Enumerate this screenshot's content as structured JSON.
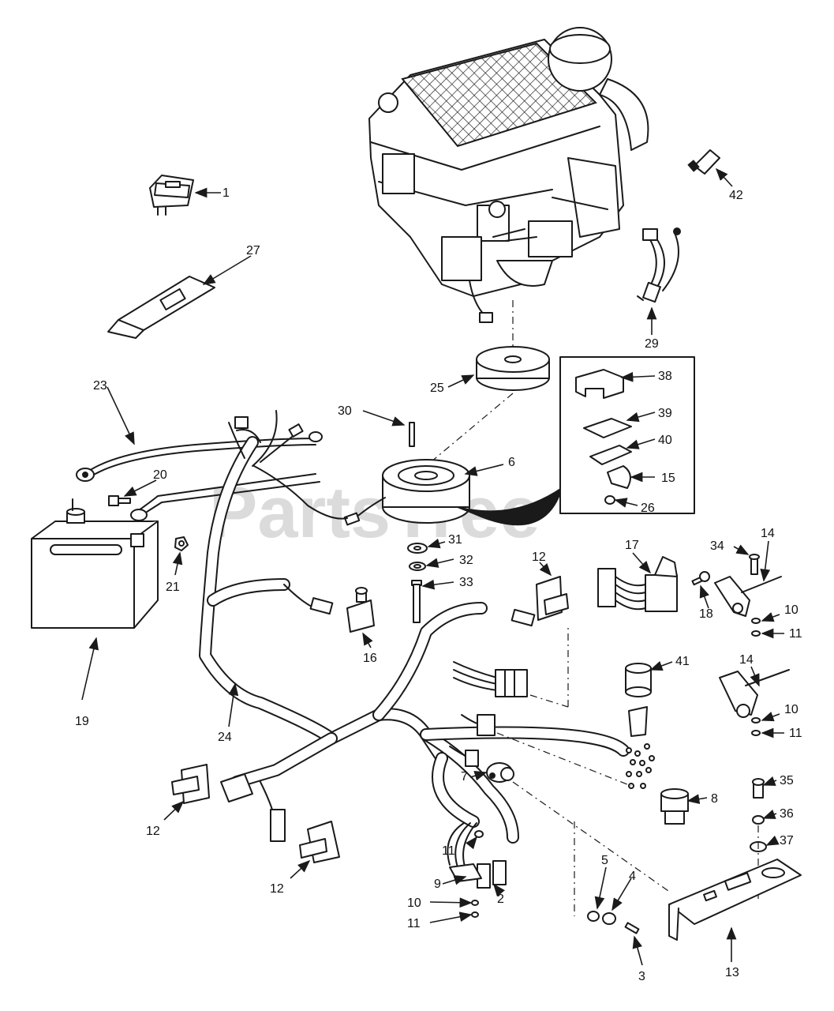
{
  "watermark": "PartsTree",
  "colors": {
    "line": "#1a1a1a",
    "background": "#ffffff",
    "watermark": "#cfcfcf"
  },
  "callouts": [
    "1",
    "2",
    "3",
    "4",
    "5",
    "6",
    "7",
    "8",
    "9",
    "10",
    "11",
    "12",
    "13",
    "14",
    "15",
    "16",
    "17",
    "18",
    "19",
    "20",
    "21",
    "23",
    "24",
    "25",
    "26",
    "27",
    "29",
    "30",
    "31",
    "32",
    "33",
    "34",
    "35",
    "36",
    "37",
    "38",
    "39",
    "40",
    "41",
    "42"
  ]
}
